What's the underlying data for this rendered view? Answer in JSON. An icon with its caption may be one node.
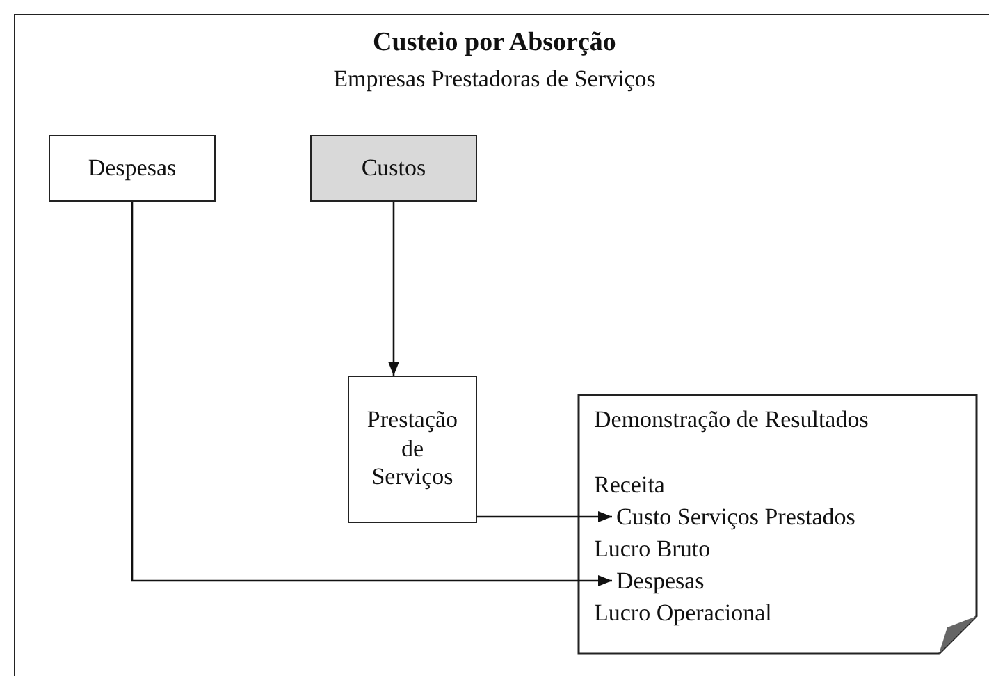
{
  "diagram": {
    "title": "Custeio por Absorção",
    "nodes": [
      {
        "text": [
          "Despesas"
        ]
      },
      {
        "text": [
          "Custos"
        ]
      },
      {
        "text": [
          "Prestação de Serviços"
        ]
      },
      {
        "text": [
          "Demonstração de Resultados"
        ]
      },
      {
        "text": [
          "Receita"
        ],
        "in": 3
      },
      {
        "text": [
          "Custo Serviços Prestados"
        ],
        "in": 3
      },
      {
        "text": [
          "Lucro Bruto"
        ],
        "in": 3
      },
      {
        "text": [
          "Despesas"
        ],
        "in": 3
      },
      {
        "text": [
          "Lucro Operacional"
        ],
        "in": 3
      }
    ],
    "edges": [
      {
        "from": 1,
        "to": 2,
        "arrow": "to"
      },
      {
        "from": 2,
        "to": 5,
        "arrow": "to"
      },
      {
        "from": 0,
        "to": 7,
        "arrow": "to"
      }
    ],
    "labels": [
      "Empresas Prestadoras de Serviços"
    ]
  }
}
